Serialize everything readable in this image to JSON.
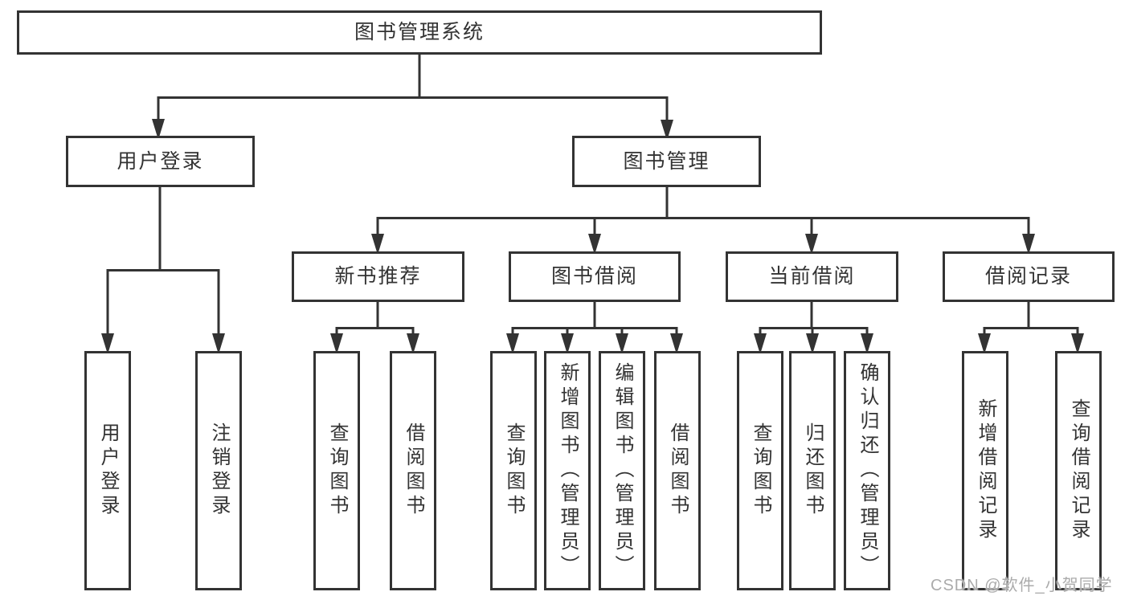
{
  "diagram": {
    "title": "图书管理系统",
    "level1": [
      {
        "label": "用户登录"
      },
      {
        "label": "图书管理"
      }
    ],
    "level2": [
      {
        "label": "新书推荐"
      },
      {
        "label": "图书借阅"
      },
      {
        "label": "当前借阅"
      },
      {
        "label": "借阅记录"
      }
    ],
    "leaves": {
      "login": [
        "用户登录",
        "注销登录"
      ],
      "recommend": [
        "查询图书",
        "借阅图书"
      ],
      "borrow": [
        "查询图书",
        "新增图书（管理员）",
        "编辑图书（管理员）",
        "借阅图书"
      ],
      "current": [
        "查询图书",
        "归还图书",
        "确认归还（管理员）"
      ],
      "records": [
        "新增借阅记录",
        "查询借阅记录"
      ]
    }
  },
  "watermark": "CSDN @软件_小贺同学",
  "colors": {
    "line": "#333333",
    "text": "#333333",
    "background": "#ffffff",
    "watermark": "#ababab"
  }
}
